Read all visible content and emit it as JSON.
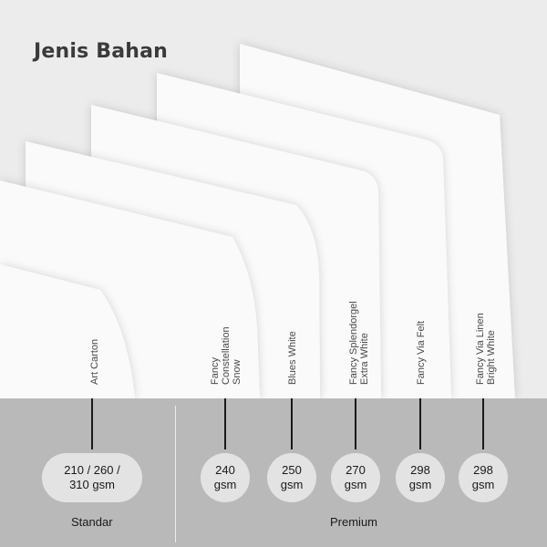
{
  "title": "Jenis Bahan",
  "papers": [
    {
      "label_lines": [
        "Art Carton"
      ]
    },
    {
      "label_lines": [
        "Fancy",
        "Constellation",
        "Snow"
      ]
    },
    {
      "label_lines": [
        "Blues White"
      ]
    },
    {
      "label_lines": [
        "Fancy Splendorgel",
        "Extra White"
      ]
    },
    {
      "label_lines": [
        "Fancy Via Felt"
      ]
    },
    {
      "label_lines": [
        "Fancy Via Linen",
        "Bright White"
      ]
    }
  ],
  "weights": [
    {
      "lines": [
        "210 / 260 /",
        "310 gsm"
      ]
    },
    {
      "lines": [
        "240",
        "gsm"
      ]
    },
    {
      "lines": [
        "250",
        "gsm"
      ]
    },
    {
      "lines": [
        "270",
        "gsm"
      ]
    },
    {
      "lines": [
        "298",
        "gsm"
      ]
    },
    {
      "lines": [
        "298",
        "gsm"
      ]
    }
  ],
  "categories": {
    "standard": "Standar",
    "premium": "Premium"
  },
  "colors": {
    "background": "#ececec",
    "paper": "#fafafa",
    "bottom_band": "#b9b9b9",
    "pill": "#e3e3e3",
    "stem": "#1a1a1a",
    "title": "#3a3a3a"
  }
}
